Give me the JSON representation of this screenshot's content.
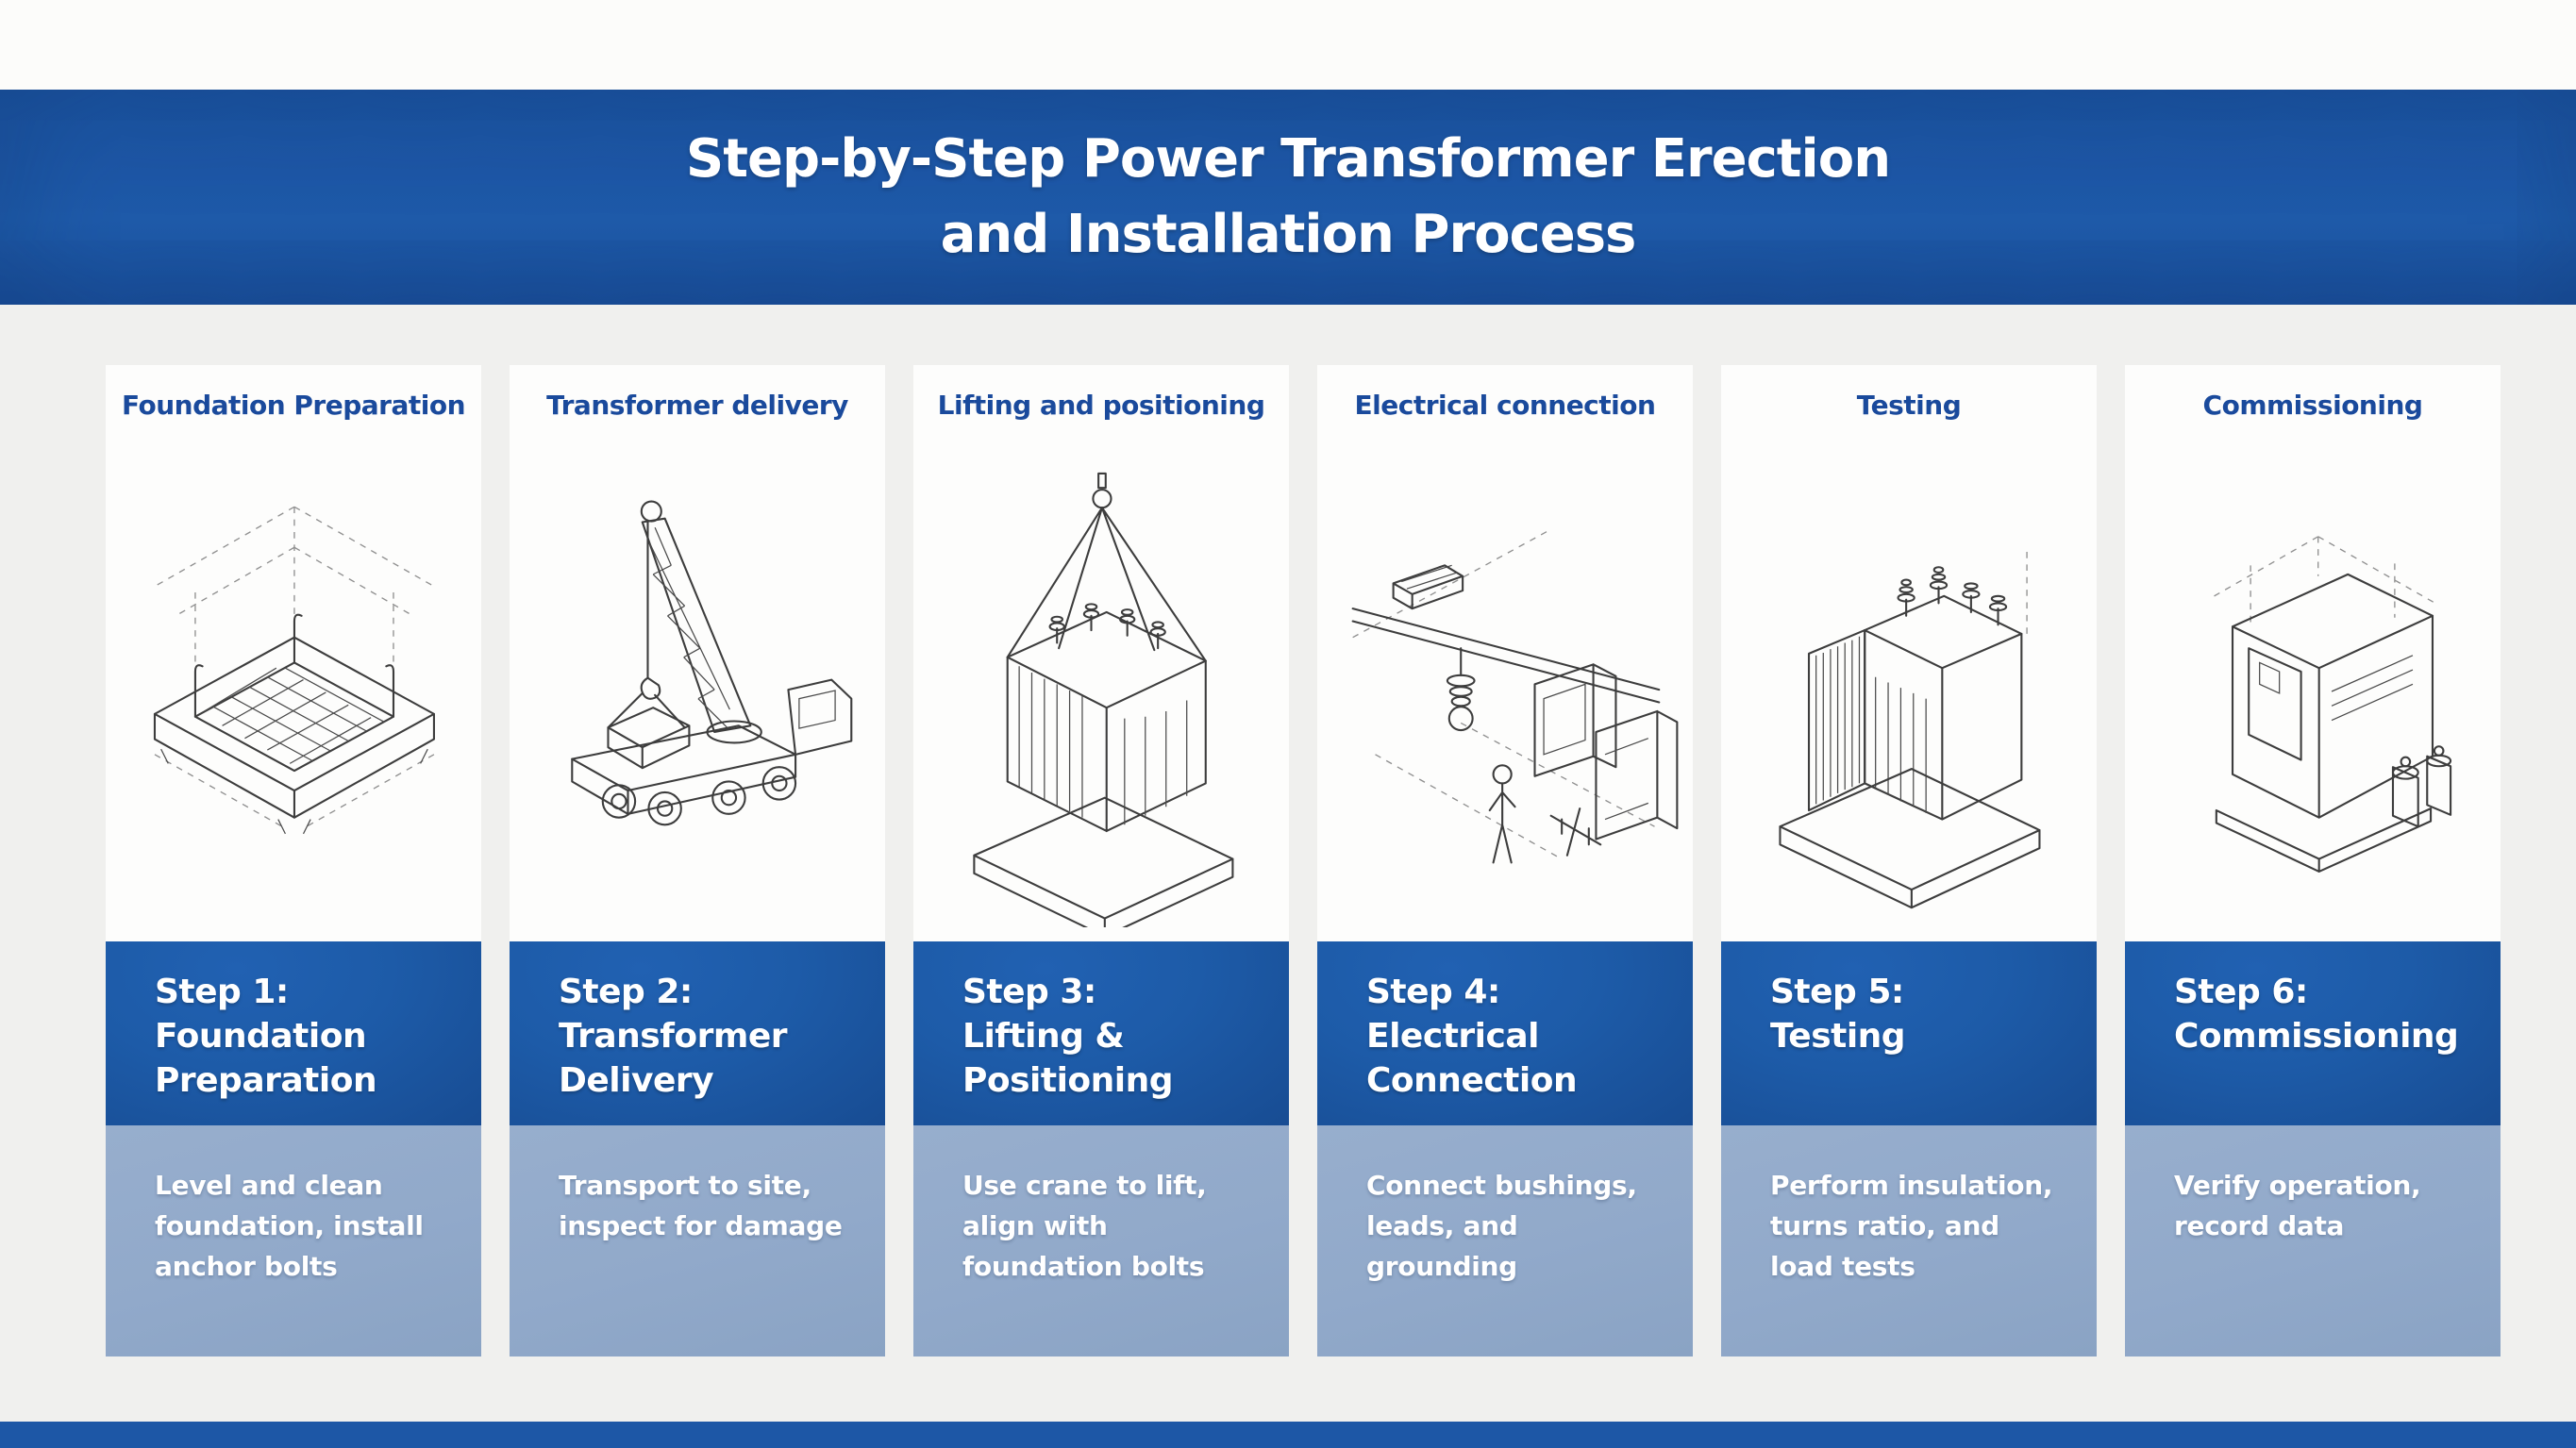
{
  "banner": {
    "title": "Step-by-Step Power Transformer Erection\nand Installation Process"
  },
  "colors": {
    "banner_blue": "#1d57a6",
    "step_dark_blue": "#1d5ba8",
    "step_light_blue": "#91a9ca",
    "header_navy": "#1a4a9c",
    "page_bg": "#f0f0ee",
    "column_bg": "#fdfdfc",
    "footer_blue": "#1d57a6"
  },
  "steps": [
    {
      "header": "Foundation Preparation",
      "illustration": "foundation-pit-rebar-isometric-drawing",
      "step_title": "Step 1:\nFoundation\nPreparation",
      "description": "Level and clean\nfoundation, install\nanchor bolts"
    },
    {
      "header": "Transformer delivery",
      "illustration": "crane-truck-isometric-drawing",
      "step_title": "Step 2:\nTransformer\nDelivery",
      "description": "Transport to site,\ninspect for damage"
    },
    {
      "header": "Lifting and positioning",
      "illustration": "transformer-hoisted-by-slings-drawing",
      "step_title": "Step 3:\nLifting &\nPositioning",
      "description": "Use crane to lift,\nalign with\nfoundation bolts"
    },
    {
      "header": "Electrical connection",
      "illustration": "busbar-insulator-worker-drawing",
      "step_title": "Step 4:\nElectrical\nConnection",
      "description": "Connect bushings,\nleads, and grounding"
    },
    {
      "header": "Testing",
      "illustration": "transformer-radiator-bushings-drawing",
      "step_title": "Step 5:\nTesting",
      "description": "Perform insulation,\nturns ratio, and\nload tests"
    },
    {
      "header": "Commissioning",
      "illustration": "control-cabinet-equipment-drawing",
      "step_title": "Step 6:\nCommissioning",
      "description": "Verify operation,\nrecord data"
    }
  ]
}
